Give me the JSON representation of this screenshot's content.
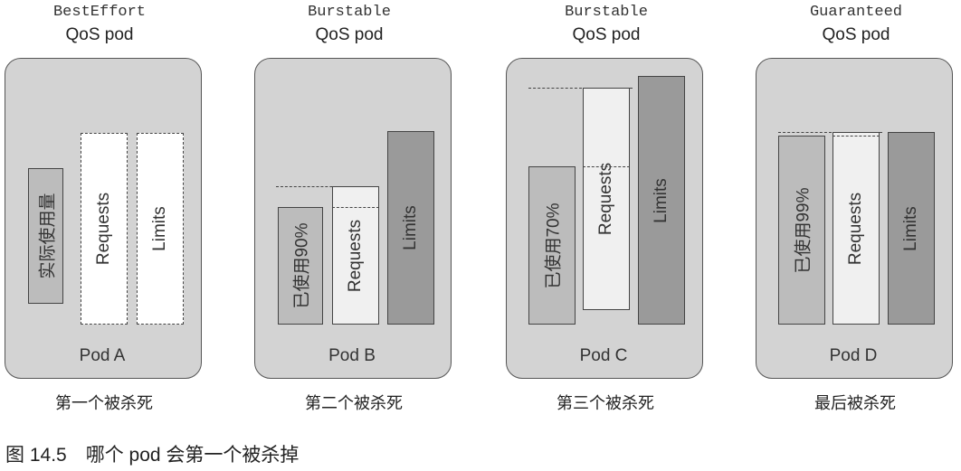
{
  "pods": [
    {
      "qos_class": "BestEffort",
      "qos_sub": "QoS pod",
      "pod_name": "Pod A",
      "usage_label": "实际使用量",
      "requests_label": "Requests",
      "limits_label": "Limits",
      "kill_order": "第一个被杀死"
    },
    {
      "qos_class": "Burstable",
      "qos_sub": "QoS pod",
      "pod_name": "Pod B",
      "usage_label": "已使用90%",
      "requests_label": "Requests",
      "limits_label": "Limits",
      "kill_order": "第二个被杀死"
    },
    {
      "qos_class": "Burstable",
      "qos_sub": "QoS pod",
      "pod_name": "Pod C",
      "usage_label": "已使用70%",
      "requests_label": "Requests",
      "limits_label": "Limits",
      "kill_order": "第三个被杀死"
    },
    {
      "qos_class": "Guaranteed",
      "qos_sub": "QoS pod",
      "pod_name": "Pod D",
      "usage_label": "已使用99%",
      "requests_label": "Requests",
      "limits_label": "Limits",
      "kill_order": "最后被杀死"
    }
  ],
  "caption": "图 14.5　哪个 pod 会第一个被杀掉",
  "colors": {
    "card_fill": "#d3d3d3",
    "usage_fill": "#bcbcbc",
    "requests_fill_b": "#f0f0f0",
    "limits_fill": "#9a9a9a",
    "outline": "#444444"
  }
}
